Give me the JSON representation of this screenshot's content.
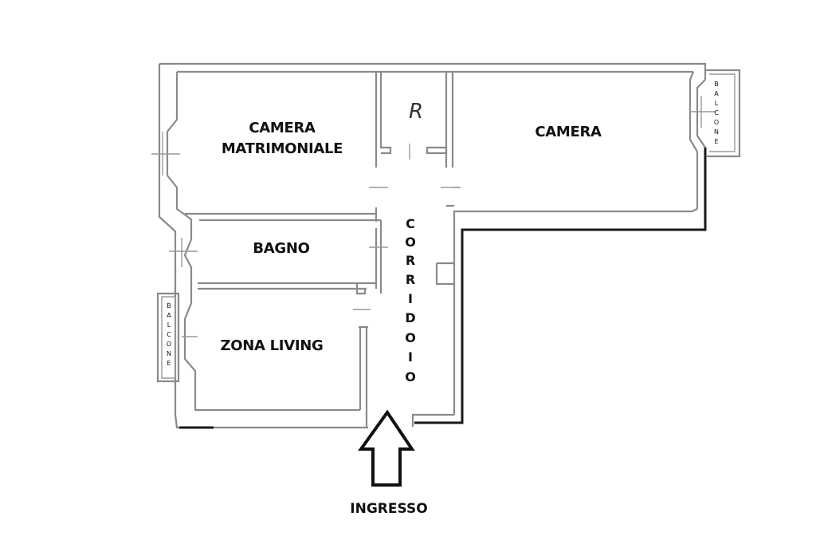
{
  "rooms": {
    "camera_matrimoniale": [
      "CAMERA",
      "MATRIMONIALE"
    ],
    "camera": "CAMERA",
    "bagno": "BAGNO",
    "zona_living": "ZONA LIVING",
    "ripostiglio_symbol": "R"
  },
  "corridor": [
    "C",
    "O",
    "R",
    "R",
    "I",
    "D",
    "O",
    "I",
    "O"
  ],
  "balcony_left": [
    "B",
    "A",
    "L",
    "C",
    "O",
    "N",
    "E"
  ],
  "balcony_right": [
    "B",
    "A",
    "L",
    "C",
    "O",
    "N",
    "E"
  ],
  "entrance": "INGRESSO"
}
